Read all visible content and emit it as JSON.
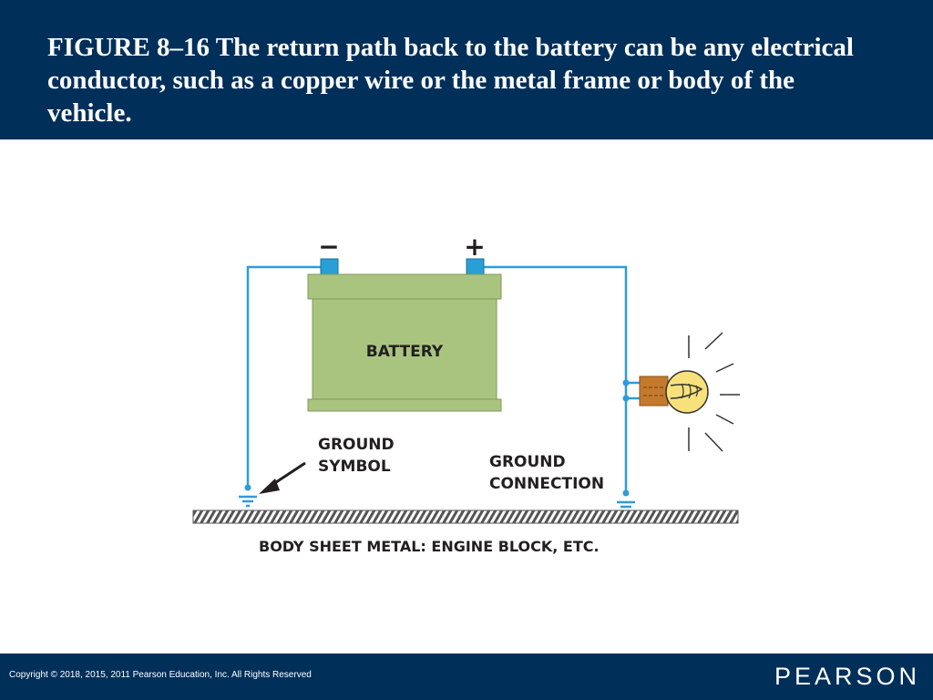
{
  "header": {
    "title": "FIGURE 8–16  The return path back to the battery can be any electrical conductor, such as a copper wire or the metal frame or body of the vehicle."
  },
  "diagram": {
    "battery_label": "BATTERY",
    "negative_sign": "−",
    "positive_sign": "+",
    "ground_symbol_label": [
      "GROUND",
      "SYMBOL"
    ],
    "ground_connection_label": [
      "GROUND",
      "CONNECTION"
    ],
    "body_label": "BODY SHEET METAL: ENGINE BLOCK, ETC.",
    "colors": {
      "wire": "#2d9cd8",
      "battery": "#a9c47f",
      "terminal": "#2a9fd6",
      "bulb": "#f7e17a",
      "socket": "#c47a2c",
      "ground_hatch": "#555555",
      "text": "#231f20"
    }
  },
  "footer": {
    "copyright": "Copyright © 2018, 2015, 2011 Pearson Education, Inc. All Rights Reserved",
    "brand": "PEARSON"
  }
}
